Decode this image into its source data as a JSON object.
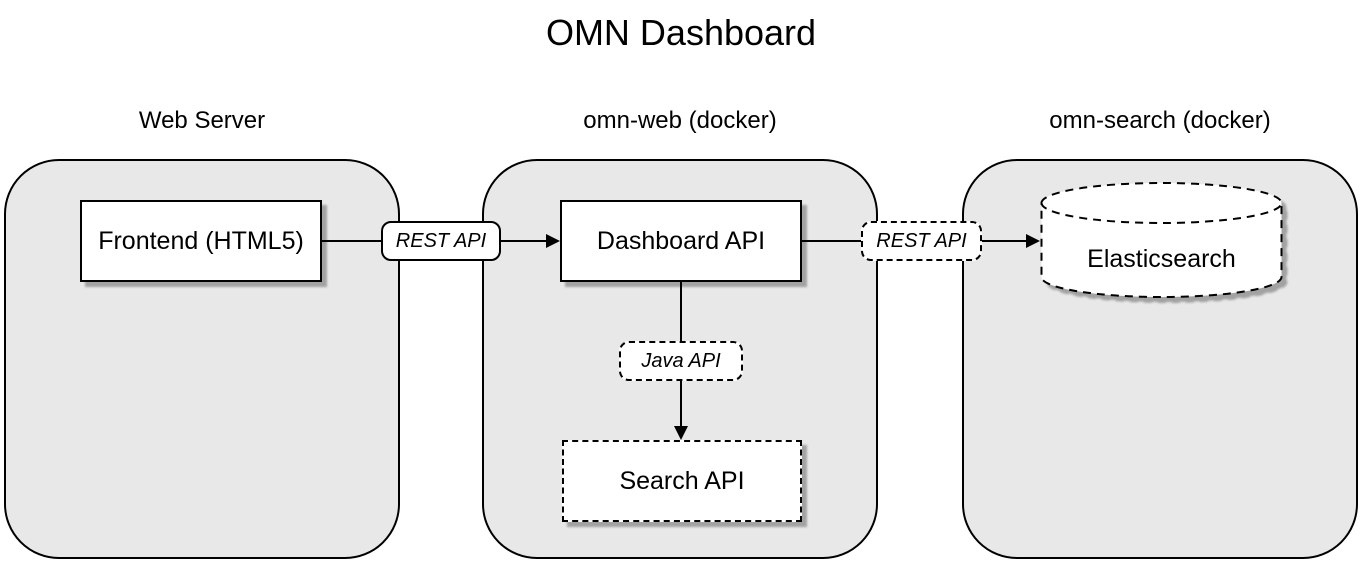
{
  "title": "OMN Dashboard",
  "groups": [
    {
      "label": "Web Server",
      "nodes": [
        {
          "label": "Frontend (HTML5)"
        }
      ]
    },
    {
      "label": "omn-web (docker)",
      "nodes": [
        {
          "label": "Dashboard API"
        },
        {
          "label": "Search API"
        }
      ]
    },
    {
      "label": "omn-search (docker)",
      "nodes": [
        {
          "label": "Elasticsearch"
        }
      ]
    }
  ],
  "edges": {
    "frontend_to_dashboard_label": "REST API",
    "dashboard_to_elasticsearch_label": "REST API",
    "dashboard_to_search_label": "Java API"
  },
  "colors": {
    "background": "#ffffff",
    "container_fill": "#e8e8e8",
    "node_fill": "#ffffff",
    "stroke": "#000000",
    "shadow": "#b0b0b0"
  }
}
